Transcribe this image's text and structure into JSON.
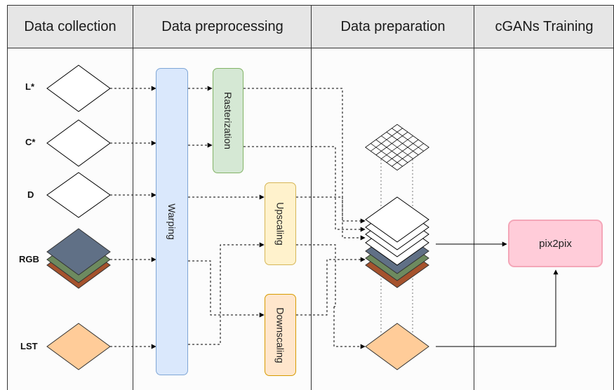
{
  "lanes": [
    {
      "title": "Data collection"
    },
    {
      "title": "Data preprocessing"
    },
    {
      "title": "Data preparation"
    },
    {
      "title": "cGANs Training"
    }
  ],
  "inputs": [
    "L*",
    "C*",
    "D",
    "RGB",
    "LST"
  ],
  "processes": {
    "warping": "Warping",
    "rasterization": "Rasterization",
    "upscaling": "Upscaling",
    "downscaling": "Downscaling"
  },
  "model": "pix2pix",
  "colors": {
    "header": "#e6e6e6",
    "warping_fill": "#dae8fc",
    "warping_stroke": "#7fa6d6",
    "rasterization_fill": "#d5e8d4",
    "rasterization_stroke": "#82b366",
    "upscaling_fill": "#fff2cc",
    "upscaling_stroke": "#d6b656",
    "downscaling_fill": "#ffe6cc",
    "downscaling_stroke": "#d79b00",
    "pix2pix_fill": "#ffccd9",
    "pix2pix_stroke": "#f4a6b8",
    "rgb_top": "#607086",
    "rgb_mid": "#6d8a5f",
    "rgb_bottom": "#a5522d",
    "lst_fill": "#ffcc99"
  }
}
